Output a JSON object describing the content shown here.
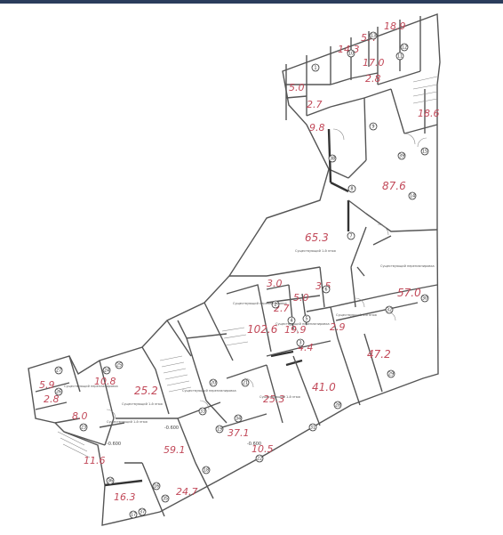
{
  "plan": {
    "areas": [
      "18.9",
      "5.4",
      "14.3",
      "17.0",
      "2.8",
      "5.0",
      "2.7",
      "9.8",
      "18.6",
      "87.6",
      "65.3",
      "3.0",
      "3.5",
      "2.7",
      "5.0",
      "102.6",
      "19.9",
      "4.4",
      "2.9",
      "57.0",
      "47.2",
      "41.0",
      "25.3",
      "5.9",
      "2.8",
      "10.8",
      "25.2",
      "8.0",
      "11.6",
      "59.1",
      "37.1",
      "10.5",
      "16.3",
      "24.7"
    ],
    "markers": [
      "12",
      "13",
      "1",
      "10",
      "11",
      "15",
      "9",
      "14",
      "8",
      "7",
      "6",
      "5",
      "4",
      "3",
      "2",
      "27",
      "26",
      "24",
      "25",
      "23",
      "16",
      "17",
      "18",
      "19",
      "20",
      "21",
      "22",
      "28",
      "29",
      "30",
      "31",
      "32",
      "33",
      "34",
      "35",
      "36",
      "37",
      "38",
      "39"
    ],
    "notes": {
      "n1": "Существующий 1-й этаж",
      "n2": "Существующий перепланировка",
      "n3": "Существующий 1-й этаж",
      "n4": "Существующий перепланировка",
      "n5": "Существующий 1-й этаж",
      "n6": "Существующий перепланировка",
      "n7": "Существующий 1-й этаж",
      "n8": "Существующий перепланировка",
      "n9": "Существующий перепланировка",
      "n10": "Существующий 1-й этаж"
    },
    "levels": [
      "-0.600",
      "-0.600",
      "-0.600"
    ]
  },
  "colors": {
    "handwriting": "#c24a5a",
    "walls": "#555555",
    "top_bar": "#2b3d5c"
  }
}
